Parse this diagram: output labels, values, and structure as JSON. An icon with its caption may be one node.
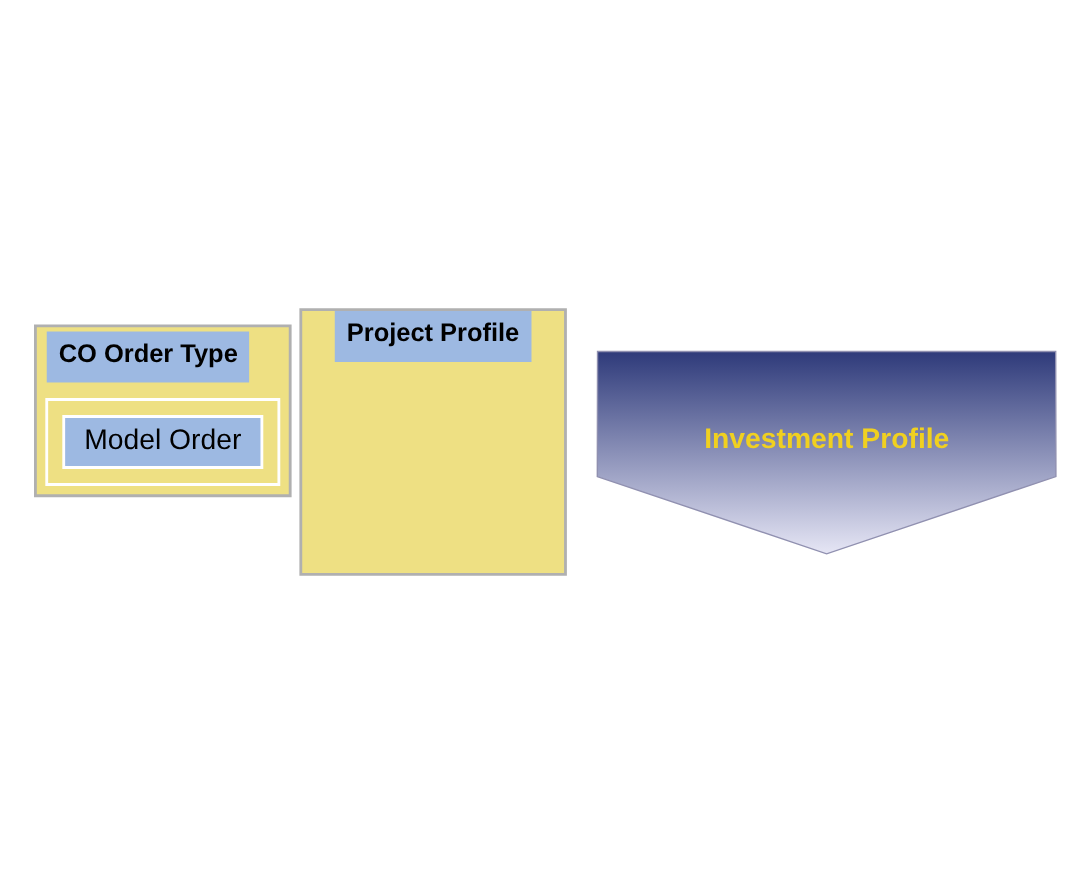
{
  "diagram": {
    "nodes": [
      {
        "text": [
          "CO Order Type"
        ]
      },
      {
        "text": [],
        "shape": "box",
        "in": 0
      },
      {
        "text": [
          "Model Order"
        ],
        "in": 1
      },
      {
        "text": [
          "Project Profile"
        ]
      },
      {
        "text": [
          "Investment Profile"
        ]
      }
    ],
    "edges": []
  }
}
